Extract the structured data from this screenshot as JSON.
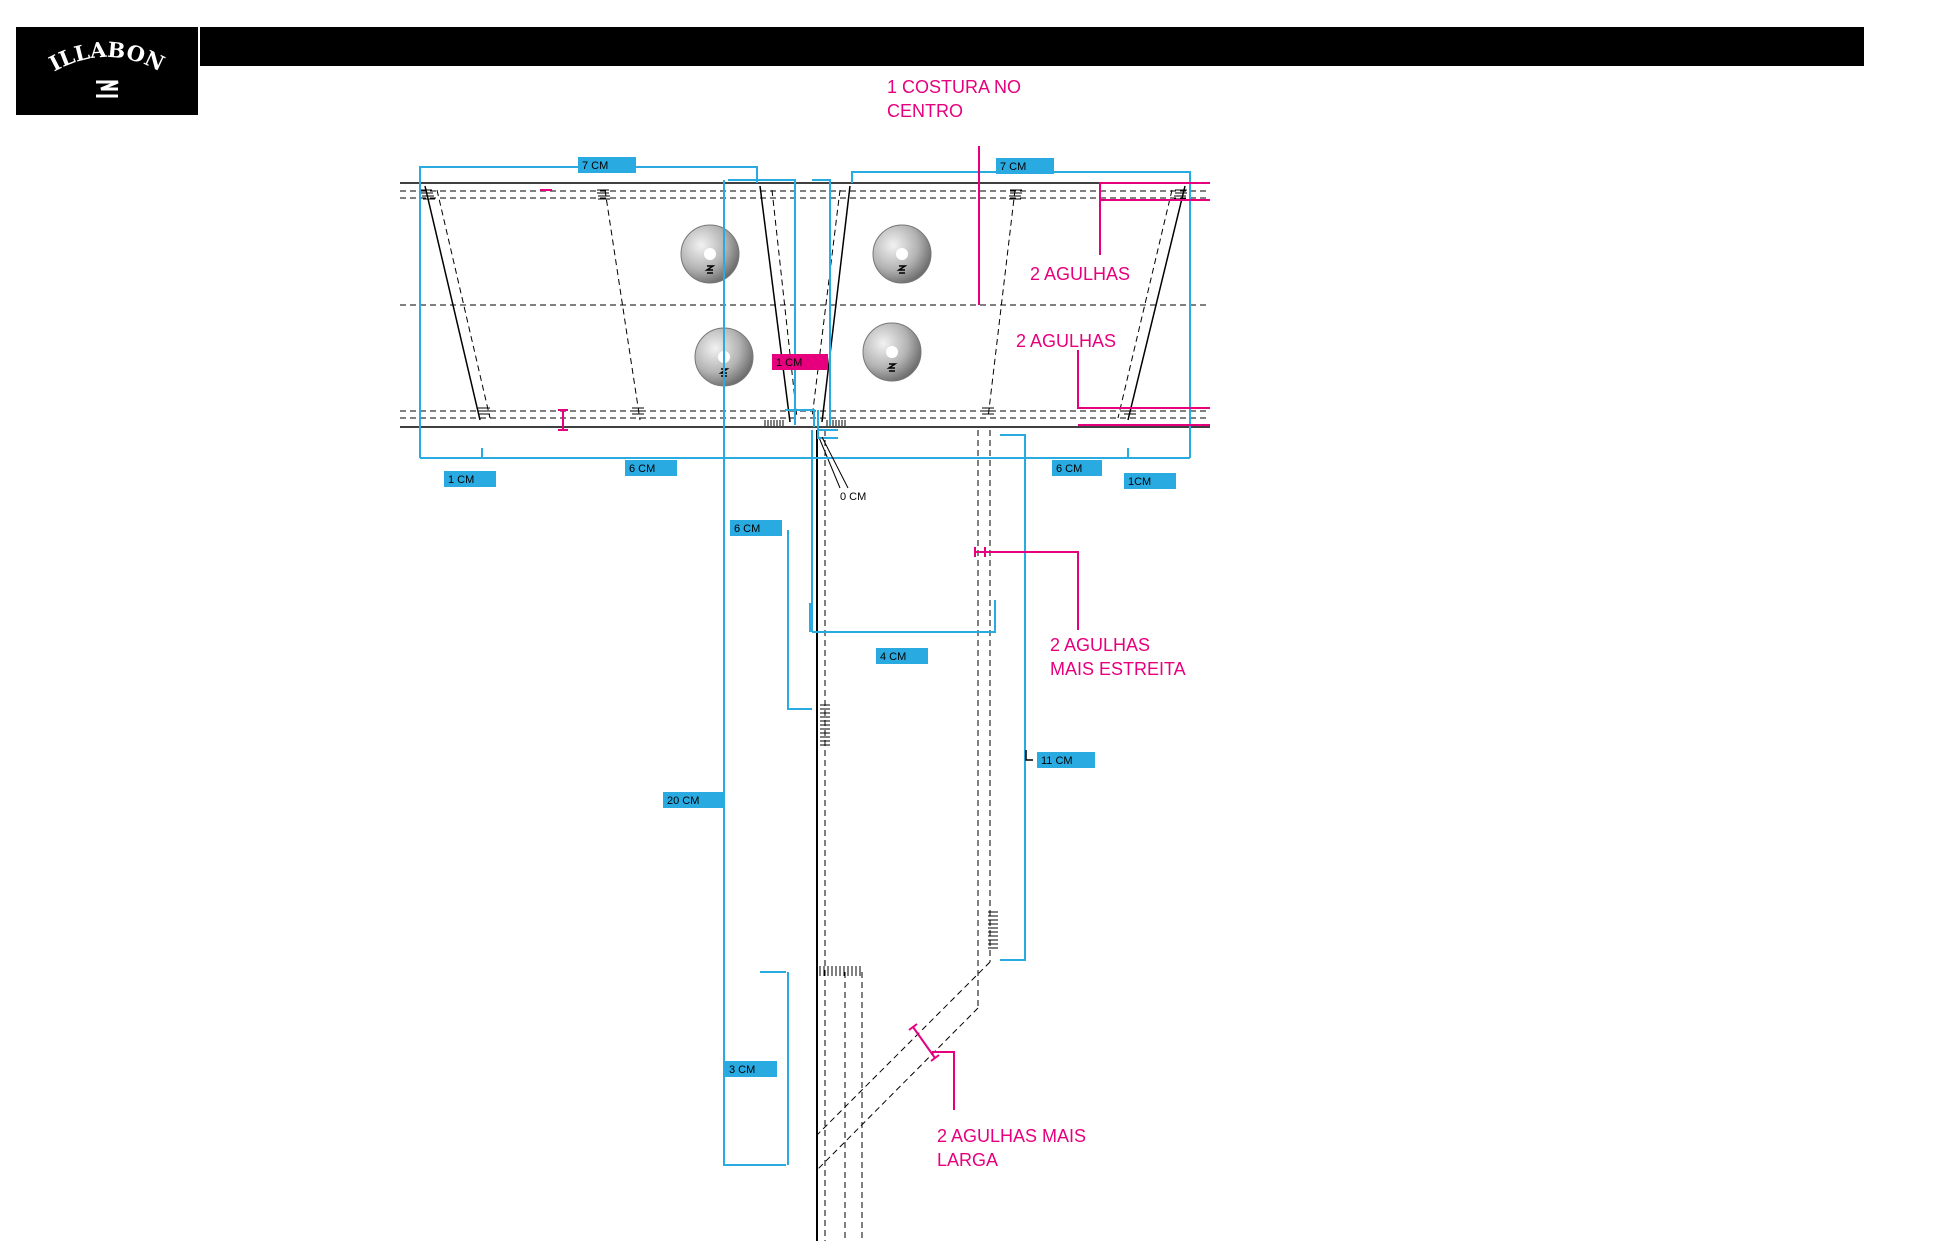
{
  "brand": {
    "logo_text": "BILLABONG",
    "logo_icon": "billabong-wave-icon"
  },
  "colors": {
    "header_black": "#000000",
    "dimension_blue": "#29abe2",
    "label_pink": "#e6007e",
    "stitch_black": "#000000"
  },
  "annotations": {
    "center_seam_line1": "1 COSTURA  NO",
    "center_seam_line2": "CENTRO",
    "two_needles_1": "2 AGULHAS",
    "two_needles_2": "2 AGULHAS",
    "two_needles_narrow_line1": "2 AGULHAS",
    "two_needles_narrow_line2": "MAIS ESTREITA",
    "two_needles_wide_line1": "2 AGULHAS MAIS",
    "two_needles_wide_line2": "LARGA",
    "zero_cm": "0 CM"
  },
  "dimensions": {
    "left_width": "7 CM",
    "right_width": "7 CM",
    "left_edge": "1 CM",
    "left_span": "6 CM",
    "center_tag": "1 CM",
    "right_span": "6 CM",
    "right_edge": "1CM",
    "fly_upper": "6 CM",
    "fly_width": "4 CM",
    "fly_length": "11 CM",
    "total_length": "20 CM",
    "bottom_segment": "3 CM"
  },
  "icons": {
    "button": "metal-button-icon"
  }
}
